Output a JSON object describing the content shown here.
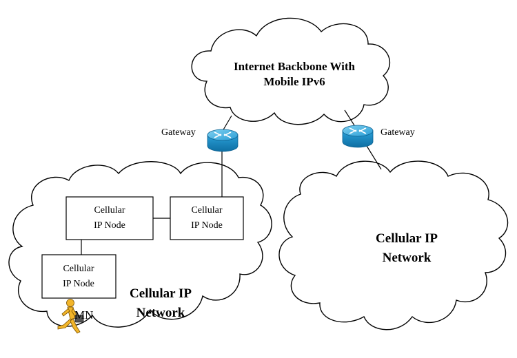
{
  "backbone": {
    "title_line1": "Internet Backbone With",
    "title_line2": "Mobile IPv6"
  },
  "gateways": [
    {
      "label": "Gateway"
    },
    {
      "label": "Gateway"
    }
  ],
  "left_network": {
    "label_line1": "Cellular IP",
    "label_line2": "Network",
    "nodes": [
      {
        "line1": "Cellular",
        "line2": "IP Node"
      },
      {
        "line1": "Cellular",
        "line2": "IP Node"
      },
      {
        "line1": "Cellular",
        "line2": "IP Node"
      }
    ],
    "mobile_node_label": "MN"
  },
  "right_network": {
    "label_line1": "Cellular IP",
    "label_line2": "Network"
  },
  "colors": {
    "router_fill": "#1a8fc8",
    "router_top": "#4fb6e4",
    "person_fill": "#f2b52a"
  }
}
